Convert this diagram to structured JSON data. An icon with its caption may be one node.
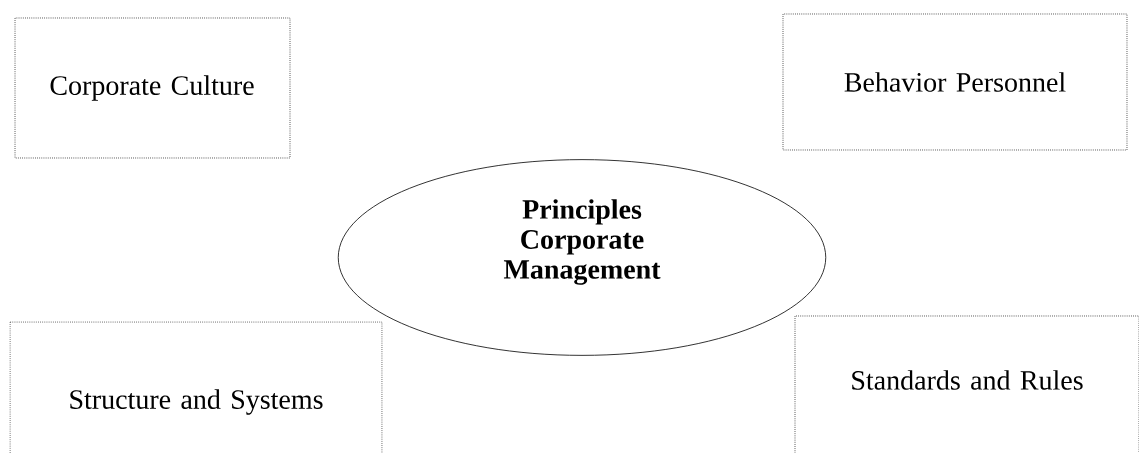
{
  "diagram": {
    "nodes": [
      {
        "text": [
          "Corporate Culture"
        ]
      },
      {
        "text": [
          "Behavior Personnel"
        ]
      },
      {
        "text": [
          "Principles Corporate Management"
        ]
      },
      {
        "text": [
          "Structure and Systems"
        ]
      },
      {
        "text": [
          "Standards and Rules"
        ]
      }
    ]
  }
}
